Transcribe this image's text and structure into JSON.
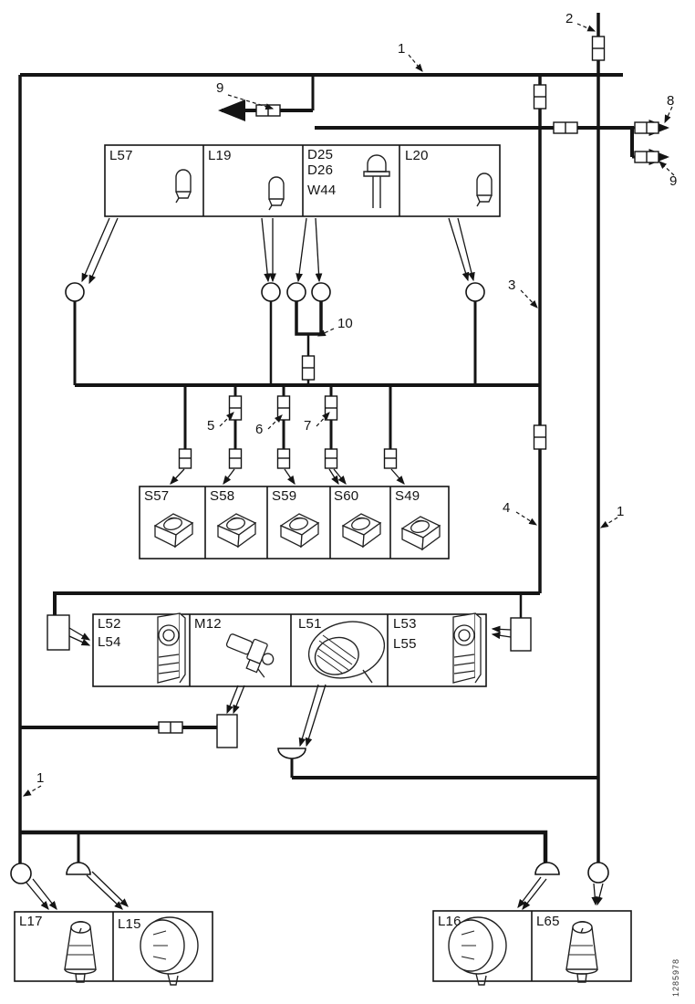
{
  "colors": {
    "line": "#141414",
    "background": "#ffffff"
  },
  "callouts": {
    "n1": "1",
    "n2": "2",
    "n3": "3",
    "n4": "4",
    "n5": "5",
    "n6": "6",
    "n7": "7",
    "n8": "8",
    "n9": "9",
    "n10": "10"
  },
  "boxes": {
    "top_lamps": {
      "cells": [
        {
          "labels": [
            "L57"
          ],
          "icon": "bulb-icon"
        },
        {
          "labels": [
            "L19"
          ],
          "icon": "bulb-icon"
        },
        {
          "labels": [
            "D25",
            "D26",
            "W44"
          ],
          "icon": "led-icon"
        },
        {
          "labels": [
            "L20"
          ],
          "icon": "bulb-icon"
        }
      ]
    },
    "switches": {
      "cells": [
        {
          "labels": [
            "S57"
          ],
          "icon": "rocker-switch-icon"
        },
        {
          "labels": [
            "S58"
          ],
          "icon": "rocker-switch-icon"
        },
        {
          "labels": [
            "S59"
          ],
          "icon": "rocker-switch-icon"
        },
        {
          "labels": [
            "S60"
          ],
          "icon": "rocker-switch-icon"
        },
        {
          "labels": [
            "S49"
          ],
          "icon": "rocker-switch-icon"
        }
      ]
    },
    "mid_lamps": {
      "cells": [
        {
          "labels": [
            "L52",
            "L54"
          ],
          "icon": "panel-lamp-icon"
        },
        {
          "labels": [
            "M12"
          ],
          "icon": "motor-icon"
        },
        {
          "labels": [
            "L51"
          ],
          "icon": "oval-lamp-icon"
        },
        {
          "labels": [
            "L53",
            "L55"
          ],
          "icon": "panel-lamp-icon"
        }
      ]
    },
    "bottom_left_lamps": {
      "cells": [
        {
          "labels": [
            "L17"
          ],
          "icon": "beacon-lamp-icon"
        },
        {
          "labels": [
            "L15"
          ],
          "icon": "round-lamp-icon"
        }
      ]
    },
    "bottom_right_lamps": {
      "cells": [
        {
          "labels": [
            "L16"
          ],
          "icon": "round-lamp-icon"
        },
        {
          "labels": [
            "L65"
          ],
          "icon": "beacon-lamp-icon"
        }
      ]
    }
  },
  "footer": {
    "drawing_number": "1285978"
  }
}
